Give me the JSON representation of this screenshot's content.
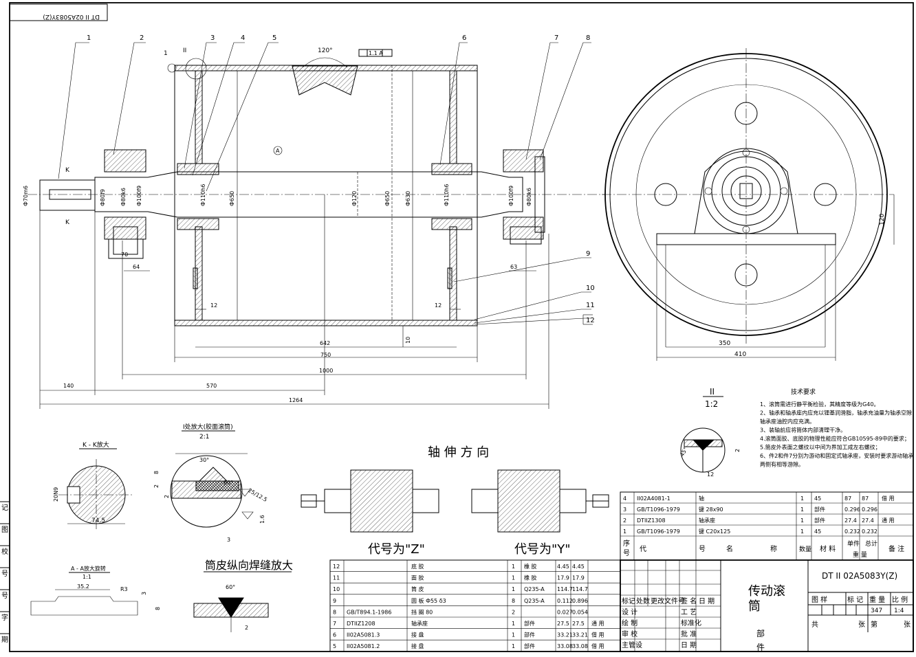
{
  "drawing_id_top": "DT II 02A5083Y(Z)",
  "part_numbers": [
    "1",
    "2",
    "3",
    "4",
    "5",
    "6",
    "7",
    "8",
    "9",
    "10",
    "11",
    "12"
  ],
  "section_marks": {
    "roman_1": "I",
    "roman_2": "II",
    "arabic_1": "1",
    "A": "A",
    "K": "K"
  },
  "angle_top": "120°",
  "tolerance_frame": "1.1 A",
  "dims_left": [
    "Ф70m6",
    "Ф80f9",
    "Ф80k6",
    "Ф100f9",
    "Ф110h6",
    "Ф650",
    "Ф120",
    "Ф650",
    "Ф630",
    "Ф110h6",
    "Ф100f9",
    "Ф80k6"
  ],
  "dims_horizontal": {
    "d70": "70",
    "d64": "64",
    "d63": "63",
    "d12a": "12",
    "d12b": "12",
    "d642": "642",
    "d10": "10",
    "d750": "750",
    "d1000": "1000",
    "d140": "140",
    "d570": "570",
    "d1264": "1264"
  },
  "dims_right": {
    "d120": "120",
    "d350": "350",
    "d410": "410"
  },
  "detail_II": {
    "title": "II",
    "scale": "1:2",
    "angle": "45°",
    "d12": "12",
    "d2": "2"
  },
  "detail_I": {
    "title": "I处放大(胶面滚筒)",
    "scale": "2:1",
    "d30": "30°",
    "d60": "60°",
    "d2": "2",
    "d8": "8",
    "d2b": "2",
    "d16": "1.6",
    "d3": "3",
    "rough": "25/12.5"
  },
  "detail_K": {
    "title": "K - K放大",
    "d20n9": "20N9",
    "d745": "74.5"
  },
  "detail_A": {
    "title": "A - A放大旋转",
    "scale": "1:1",
    "d352": "35.2",
    "r3": "R3",
    "d3": "3",
    "d8": "8"
  },
  "weld_title": "筒皮纵向焊缝放大",
  "weld": {
    "angle": "60°",
    "d2": "2"
  },
  "axis_dir": "轴 伸 方 向",
  "code_z": "代号为\"Z\"",
  "code_y": "代号为\"Y\"",
  "tech_req": {
    "title": "技术要求",
    "lines": [
      "1、滚筒需进行静平衡检验，其精度等级为G40。",
      "2、轴承和轴承座内应充以锂基润滑脂，轴承充油量为轴承空隙",
      "    轴承座油腔内应充满。",
      "3、装轴前应将筒体内部清理干净。",
      "4.滚筒面胶、底胶的物理性能应符合GB10595-89中的要求；",
      "5.筒皮外表面之螺纹以中间为界加工成左右螺纹；",
      "6、件2和件7分别为游动和固定式轴承座，安装时要求游动轴承",
      "    两侧有相等游隙。"
    ]
  },
  "parts_upper": [
    [
      "4",
      "II02A4081-1",
      "轴",
      "1",
      "45",
      "87",
      "87",
      "借 用"
    ],
    [
      "3",
      "GB/T1096-1979",
      "键 28x90",
      "1",
      "部件",
      "0.296",
      "0.296",
      ""
    ],
    [
      "2",
      "DTIIZ1308",
      "轴承座",
      "1",
      "部件",
      "27.4",
      "27.4",
      "通 用"
    ],
    [
      "1",
      "GB/T1096-1979",
      "键 C20x125",
      "1",
      "45",
      "0.232",
      "0.232",
      ""
    ]
  ],
  "parts_upper_header": [
    "序号",
    "代",
    "号",
    "名",
    "称",
    "数量",
    "材 料",
    "单件",
    "总计",
    "重 量",
    "备 注"
  ],
  "parts_lower": [
    [
      "12",
      "",
      "底 胶",
      "1",
      "橡 胶",
      "4.45",
      "4.45",
      ""
    ],
    [
      "11",
      "",
      "面 胶",
      "1",
      "橡 胶",
      "17.9",
      "17.9",
      ""
    ],
    [
      "10",
      "",
      "筒 皮",
      "1",
      "Q235-A",
      "114.7",
      "114.7",
      ""
    ],
    [
      "9",
      "",
      "圆 板 Ф55 δ3",
      "8",
      "Q235-A",
      "0.112",
      "0.896",
      ""
    ],
    [
      "8",
      "GB/T894.1-1986",
      "挡 圈 80",
      "2",
      "",
      "0.027",
      "0.054",
      ""
    ],
    [
      "7",
      "DTIIZ1208",
      "轴承座",
      "1",
      "部件",
      "27.5",
      "27.5",
      "通 用"
    ],
    [
      "6",
      "II02A5081.3",
      "接 盘",
      "1",
      "部件",
      "33.21",
      "33.21",
      "借 用"
    ],
    [
      "5",
      "II02A5081.2",
      "接 盘",
      "1",
      "部件",
      "33.08",
      "33.08",
      "借 用"
    ]
  ],
  "title_block": {
    "rev_header": [
      "标记",
      "处数",
      "更改文件号",
      "签 名",
      "日 期"
    ],
    "roles": [
      "设 计",
      "绘 制",
      "审 校",
      "主管设"
    ],
    "roles2": [
      "工 艺",
      "标准化",
      "批 准",
      "日 期"
    ],
    "name_line1": "传动滚",
    "name_line2": "筒",
    "unit_line1": "部",
    "unit_line2": "件",
    "drawing_no": "DT II 02A5083Y(Z)",
    "label_row": [
      "图 样",
      "标 记",
      "重 量",
      "比 例"
    ],
    "weight": "347",
    "scale": "1:4",
    "sheet_total": "共",
    "sheet_unit": "张",
    "sheet_no": "第",
    "sheet_unit2": "张"
  },
  "left_margin_labels": [
    "记",
    "图",
    "校",
    "号",
    "号",
    "字",
    "期"
  ]
}
